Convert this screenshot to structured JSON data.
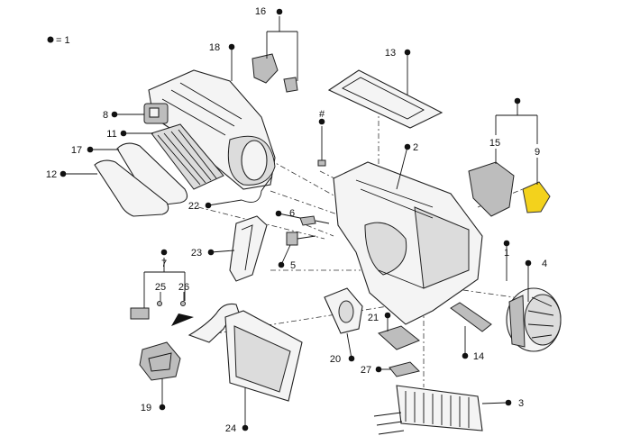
{
  "legend": {
    "text": "= 1"
  },
  "callouts": [
    {
      "id": "c16",
      "text": "16"
    },
    {
      "id": "c18",
      "text": "18"
    },
    {
      "id": "c13",
      "text": "13"
    },
    {
      "id": "c8",
      "text": "8"
    },
    {
      "id": "c11",
      "text": "11"
    },
    {
      "id": "c17",
      "text": "17"
    },
    {
      "id": "c12",
      "text": "12"
    },
    {
      "id": "c2",
      "text": "2"
    },
    {
      "id": "chash",
      "text": "#"
    },
    {
      "id": "c15",
      "text": "15"
    },
    {
      "id": "c9",
      "text": "9"
    },
    {
      "id": "c22",
      "text": "22"
    },
    {
      "id": "c6",
      "text": "6"
    },
    {
      "id": "c5",
      "text": "5"
    },
    {
      "id": "c23",
      "text": "23"
    },
    {
      "id": "c7",
      "text": "7"
    },
    {
      "id": "c25",
      "text": "25"
    },
    {
      "id": "c26",
      "text": "26"
    },
    {
      "id": "c4",
      "text": "4"
    },
    {
      "id": "c1",
      "text": "1"
    },
    {
      "id": "c21",
      "text": "21"
    },
    {
      "id": "c20",
      "text": "20"
    },
    {
      "id": "c14",
      "text": "14"
    },
    {
      "id": "c27",
      "text": "27"
    },
    {
      "id": "c19",
      "text": "19"
    },
    {
      "id": "c24",
      "text": "24"
    },
    {
      "id": "c3",
      "text": "3"
    }
  ],
  "colors": {
    "highlight_part": "#f3d21c",
    "line": "#111111"
  }
}
